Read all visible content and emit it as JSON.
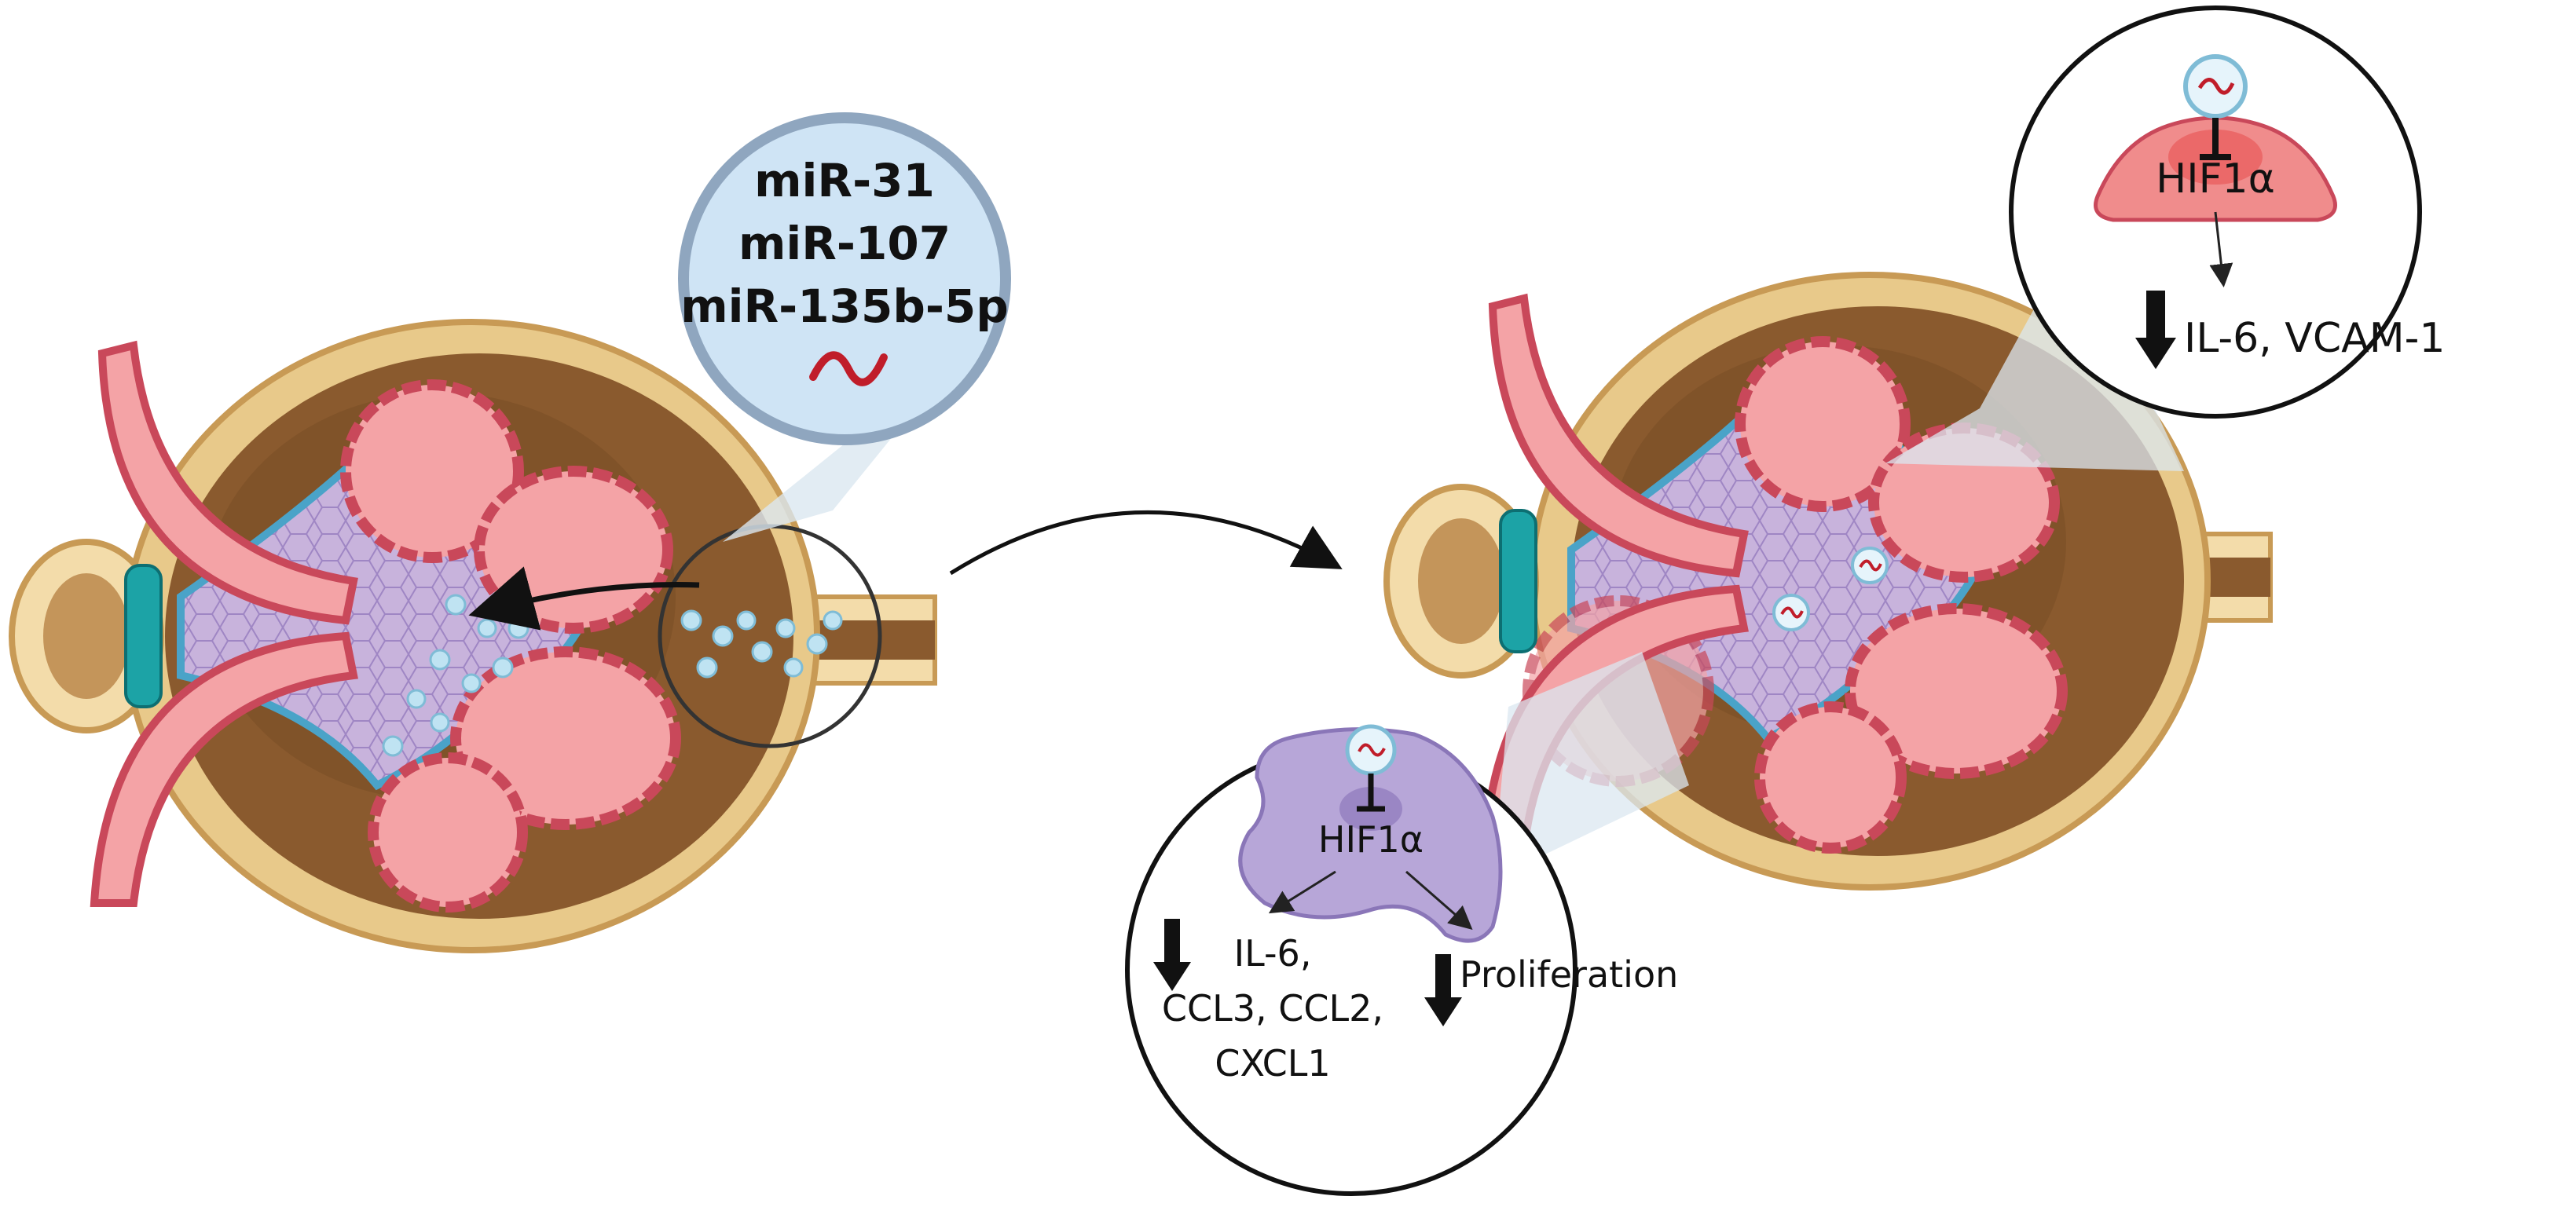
{
  "mirna_bubble": {
    "lines": [
      "miR-31",
      "miR-107",
      "miR-135b-5p"
    ]
  },
  "endothelial_inset": {
    "target": "HIF1α",
    "effect": "IL-6, VCAM-1"
  },
  "mesangial_inset": {
    "target": "HIF1α",
    "cytokines": [
      "IL-6,",
      "CCL3, CCL2,",
      "CXCL1"
    ],
    "proliferation": "Proliferation"
  },
  "colors": {
    "capsule": "#e8c98a",
    "urinary_space": "#8a5a2e",
    "mesangium": "#c8b3dc",
    "capillary": "#f4a3a6",
    "capillary_wall": "#c9485a",
    "podocyte": "#4aa3c8",
    "vesicle": "#bfe3f2",
    "macula_densa": "#1ca3a6",
    "endothelial_cell": "#f08c8c",
    "mesangial_cell": "#b7a6d8"
  }
}
